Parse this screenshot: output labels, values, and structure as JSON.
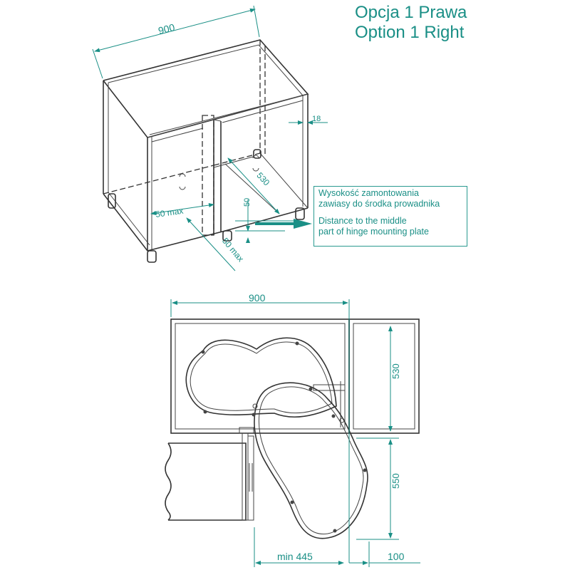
{
  "title": {
    "line1": "Opcja 1  Prawa",
    "line2": "Option 1 Right"
  },
  "note": {
    "pl_line1": "Wysokość zamontowania",
    "pl_line2": "zawiasy do środka prowadnika",
    "en_line1": "Distance to the middle",
    "en_line2": "part of hinge mounting plate"
  },
  "iso_dims": {
    "width": "900",
    "panel": "18",
    "depth": "530",
    "height_offset": "50",
    "side_offset": "50 max",
    "front_offset": "50 max"
  },
  "plan_dims": {
    "width": "900",
    "depth_right": "530",
    "depth_front": "550",
    "door_opening": "min 445",
    "filler": "100"
  },
  "colors": {
    "accent": "#1a8f86",
    "line": "#333333"
  }
}
